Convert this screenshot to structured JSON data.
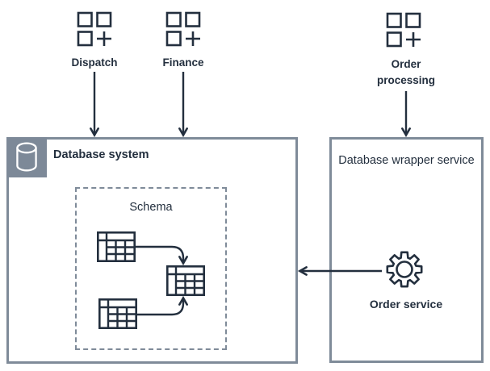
{
  "colors": {
    "ink": "#232f3e",
    "line_gray": "#7f8b99",
    "badge_bg": "#7d8998"
  },
  "apps": [
    {
      "label": "Dispatch",
      "icon": "application-icon"
    },
    {
      "label": "Finance",
      "icon": "application-icon"
    },
    {
      "label": "Order processing",
      "icon": "application-icon"
    }
  ],
  "database_system": {
    "title": "Database system",
    "badge_icon": "database-icon",
    "schema": {
      "title": "Schema",
      "tables": [
        "table-icon",
        "table-icon",
        "table-icon"
      ]
    }
  },
  "wrapper_service": {
    "title": "Database wrapper service",
    "service": {
      "label": "Order service",
      "icon": "gear-icon"
    }
  },
  "connections": [
    {
      "from": "Dispatch",
      "to": "Database system"
    },
    {
      "from": "Finance",
      "to": "Database system"
    },
    {
      "from": "Order processing",
      "to": "Database wrapper service"
    },
    {
      "from": "Order service",
      "to": "Database system"
    },
    {
      "from": "schema-table-1",
      "to": "schema-table-3"
    },
    {
      "from": "schema-table-2",
      "to": "schema-table-3"
    }
  ]
}
